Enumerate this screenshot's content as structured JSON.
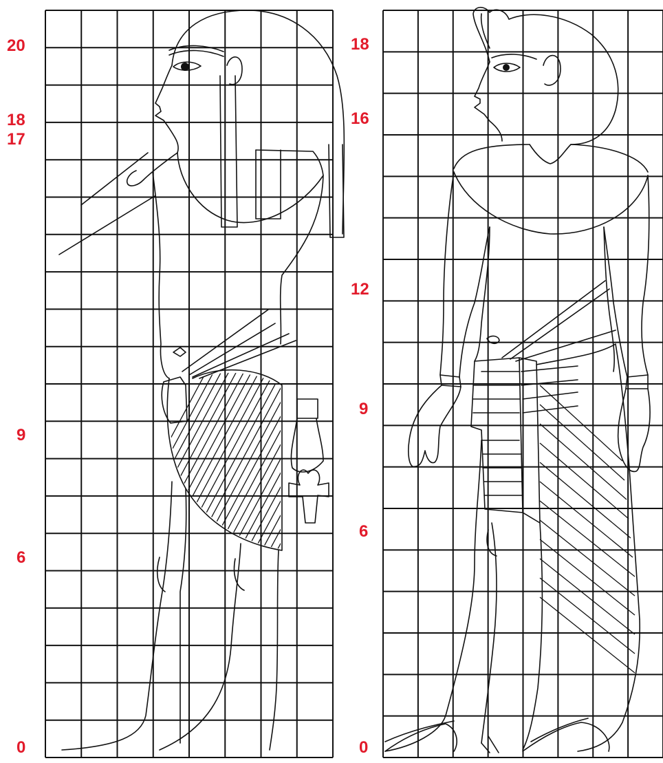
{
  "panels": [
    {
      "id": "left-figure",
      "subject": "striding male figure with side wig, ankh in hand",
      "grid": {
        "columns": 8,
        "rows": 20
      },
      "scale_labels": [
        "20",
        "18",
        "17",
        "9",
        "6",
        "0"
      ]
    },
    {
      "id": "right-figure",
      "subject": "striding male figure with round wig and uraeus, pleated kilt",
      "grid": {
        "columns": 8,
        "rows": 18
      },
      "scale_labels": [
        "18",
        "16",
        "12",
        "9",
        "6",
        "0"
      ]
    }
  ],
  "colors": {
    "grid": "#111111",
    "labels": "#e21b2b",
    "background": "#ffffff"
  }
}
